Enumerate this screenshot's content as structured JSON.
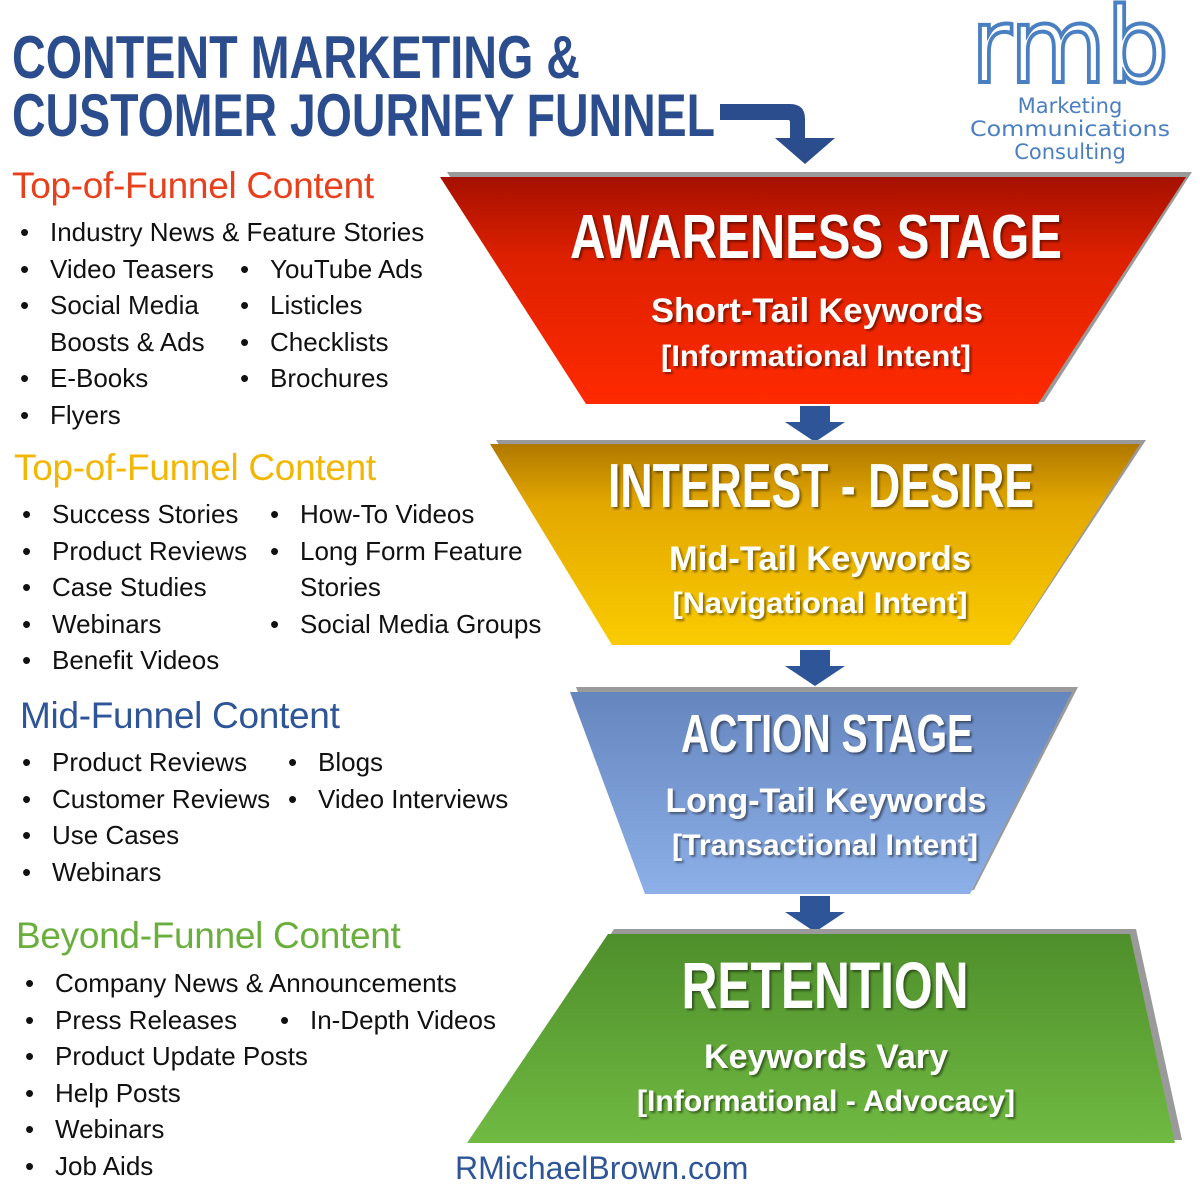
{
  "title": {
    "line1": "CONTENT MARKETING &",
    "line2": "CUSTOMER JOURNEY FUNNEL"
  },
  "logo": {
    "mark": "rmb",
    "line1": "Marketing",
    "line2": "Communications",
    "line3": "Consulting"
  },
  "colors": {
    "navy": "#2B4D8E",
    "red": "#E8401C",
    "yellow": "#F2B705",
    "blue": "#2E5597",
    "green": "#6AAF3D"
  },
  "funnel": [
    {
      "title": "AWARENESS STAGE",
      "keywords": "Short-Tail Keywords",
      "intent": "[Informational Intent]"
    },
    {
      "title": "INTEREST - DESIRE",
      "keywords": "Mid-Tail Keywords",
      "intent": "[Navigational Intent]"
    },
    {
      "title": "ACTION STAGE",
      "keywords": "Long-Tail Keywords",
      "intent": "[Transactional Intent]"
    },
    {
      "title": "RETENTION",
      "keywords": "Keywords Vary",
      "intent": "[Informational - Advocacy]"
    }
  ],
  "sections": [
    {
      "heading": "Top-of-Funnel Content",
      "rows": [
        [
          {
            "t": "Industry News & Feature Stories",
            "b": true
          }
        ],
        [
          {
            "t": "Video Teasers",
            "b": true
          },
          {
            "t": "YouTube Ads",
            "b": true
          }
        ],
        [
          {
            "t": "Social Media",
            "b": true
          },
          {
            "t": "Listicles",
            "b": true
          }
        ],
        [
          {
            "t": "Boosts & Ads",
            "b": false
          },
          {
            "t": "Checklists",
            "b": true
          }
        ],
        [
          {
            "t": "E-Books",
            "b": true
          },
          {
            "t": "Brochures",
            "b": true
          }
        ],
        [
          {
            "t": "Flyers",
            "b": true
          }
        ]
      ]
    },
    {
      "heading": "Top-of-Funnel Content",
      "rows": [
        [
          {
            "t": "Success Stories",
            "b": true
          },
          {
            "t": "How-To Videos",
            "b": true
          }
        ],
        [
          {
            "t": "Product Reviews",
            "b": true
          },
          {
            "t": "Long Form Feature",
            "b": true
          }
        ],
        [
          {
            "t": "Case Studies",
            "b": true
          },
          {
            "t": "Stories",
            "b": false
          }
        ],
        [
          {
            "t": "Webinars",
            "b": true
          },
          {
            "t": "Social Media Groups",
            "b": true
          }
        ],
        [
          {
            "t": "Benefit Videos",
            "b": true
          }
        ]
      ]
    },
    {
      "heading": "Mid-Funnel Content",
      "rows": [
        [
          {
            "t": "Product Reviews",
            "b": true
          },
          {
            "t": "Blogs",
            "b": true
          }
        ],
        [
          {
            "t": "Customer Reviews",
            "b": true
          },
          {
            "t": "Video Interviews",
            "b": true
          }
        ],
        [
          {
            "t": "Use Cases",
            "b": true
          }
        ],
        [
          {
            "t": "Webinars",
            "b": true
          }
        ]
      ]
    },
    {
      "heading": "Beyond-Funnel Content",
      "rows": [
        [
          {
            "t": "Company News & Announcements",
            "b": true
          }
        ],
        [
          {
            "t": "Press Releases",
            "b": true
          },
          {
            "t": "In-Depth Videos",
            "b": true
          }
        ],
        [
          {
            "t": "Product Update Posts",
            "b": true
          }
        ],
        [
          {
            "t": "Help Posts",
            "b": true
          }
        ],
        [
          {
            "t": "Webinars",
            "b": true
          }
        ],
        [
          {
            "t": "Job Aids",
            "b": true
          }
        ]
      ]
    }
  ],
  "bullet": "•",
  "footer": "RMichaelBrown.com"
}
